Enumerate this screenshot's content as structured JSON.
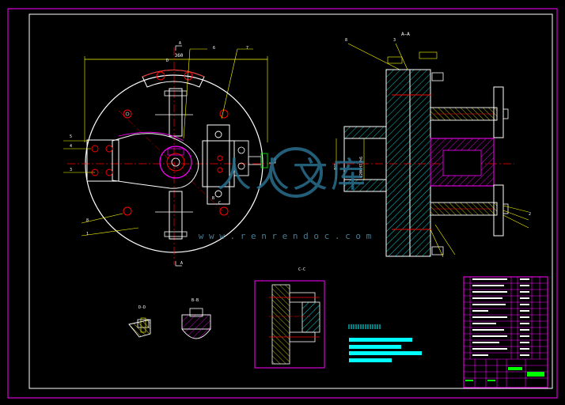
{
  "view_labels": {
    "section_aa": "A—A",
    "section_cc": "C-C",
    "view_b": "B-B",
    "view_d": "D-D"
  },
  "callouts": [
    "1",
    "2",
    "3",
    "4",
    "5",
    "6",
    "7",
    "8"
  ],
  "dimensions": {
    "top_width": "360",
    "bore_dia": "Φ200H7/h6",
    "left_dim": "Φ65"
  },
  "section_marks": {
    "a_top": "A",
    "a_bottom": "A",
    "a_right": "A",
    "c": "C",
    "b": "B",
    "d": "D"
  },
  "watermark": {
    "glyphs": "人人文库",
    "url": "w w w . r e n r e n d o c . c o m"
  },
  "colors": {
    "background": "#000000",
    "frame": "#ff00ff",
    "outline": "#ffffff",
    "yellow": "#ffff00",
    "red": "#ff0000",
    "green": "#00ff00",
    "cyan": "#00ffff",
    "magenta": "#ff00ff"
  }
}
